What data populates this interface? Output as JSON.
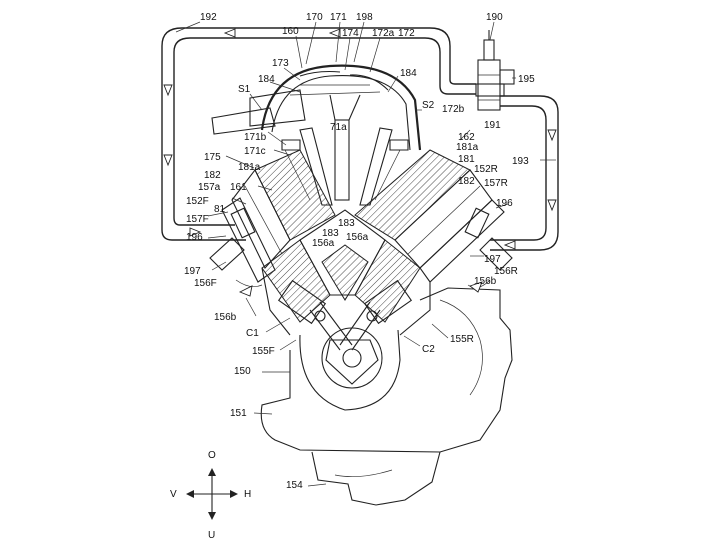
{
  "labels": {
    "l192": "192",
    "l170": "170",
    "l171": "171",
    "l198": "198",
    "l174": "174",
    "l172a": "172a",
    "l172": "172",
    "l190": "190",
    "l160": "160",
    "l173": "173",
    "l195": "195",
    "lS1": "S1",
    "l184a": "184",
    "l184b": "184",
    "l71a": "71a",
    "lS2": "S2",
    "l172b": "172b",
    "l171b": "171b",
    "l191": "191",
    "l162": "162",
    "l171c": "171c",
    "l181a_r": "181a",
    "l175": "175",
    "l181a_l": "181a",
    "l181": "181",
    "l193": "193",
    "l182_l": "182",
    "l152R": "152R",
    "l157a": "157a",
    "l161": "161",
    "l182_r": "182",
    "l157R": "157R",
    "l152F": "152F",
    "l81": "81",
    "l196_r": "196",
    "l157F": "157F",
    "l183a": "183",
    "l183b": "183",
    "l156a_l": "156a",
    "l156a_r": "156a",
    "l196_l": "196",
    "l197_r": "197",
    "l156R": "156R",
    "l197_l": "197",
    "l156F": "156F",
    "l156b_r": "156b",
    "l156b_l": "156b",
    "lC1": "C1",
    "l155F": "155F",
    "lC2": "C2",
    "l155R": "155R",
    "l150": "150",
    "l151": "151",
    "l154": "154"
  },
  "compass": {
    "up": "O",
    "down": "U",
    "left": "V",
    "right": "H"
  }
}
